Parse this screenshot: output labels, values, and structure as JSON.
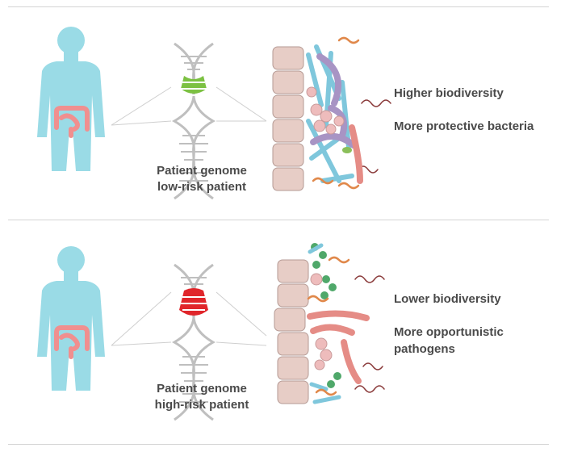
{
  "panels": [
    {
      "id": "low-risk",
      "genome_line1": "Patient genome",
      "genome_line2": "low-risk patient",
      "helix_color": "#7cc142",
      "outcomes": [
        "Higher biodiversity",
        "More protective bacteria"
      ]
    },
    {
      "id": "high-risk",
      "genome_line1": "Patient genome",
      "genome_line2": "high-risk patient",
      "helix_color": "#e0262b",
      "outcomes": [
        "Lower biodiversity",
        "More opportunistic",
        "pathogens"
      ]
    }
  ],
  "colors": {
    "body": "#9adbe6",
    "intestine": "#f08f8f",
    "cell": "#e7cdc6",
    "helix": "#bfbfbf",
    "rule": "#d4d4d4",
    "text": "#4a4a4a"
  },
  "icons": [
    "human-silhouette-icon",
    "intestine-icon",
    "dna-helix-icon",
    "intestinal-wall-icon",
    "bacteria-icon"
  ]
}
